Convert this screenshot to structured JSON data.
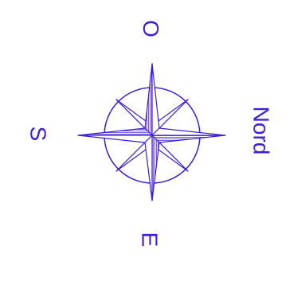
{
  "labels": {
    "top": "O",
    "bottom": "E",
    "left": "S",
    "right": "Nord"
  },
  "colors": {
    "ink": "#3f1fd6",
    "background": "#ffffff"
  },
  "icon": "compass-rose-icon"
}
